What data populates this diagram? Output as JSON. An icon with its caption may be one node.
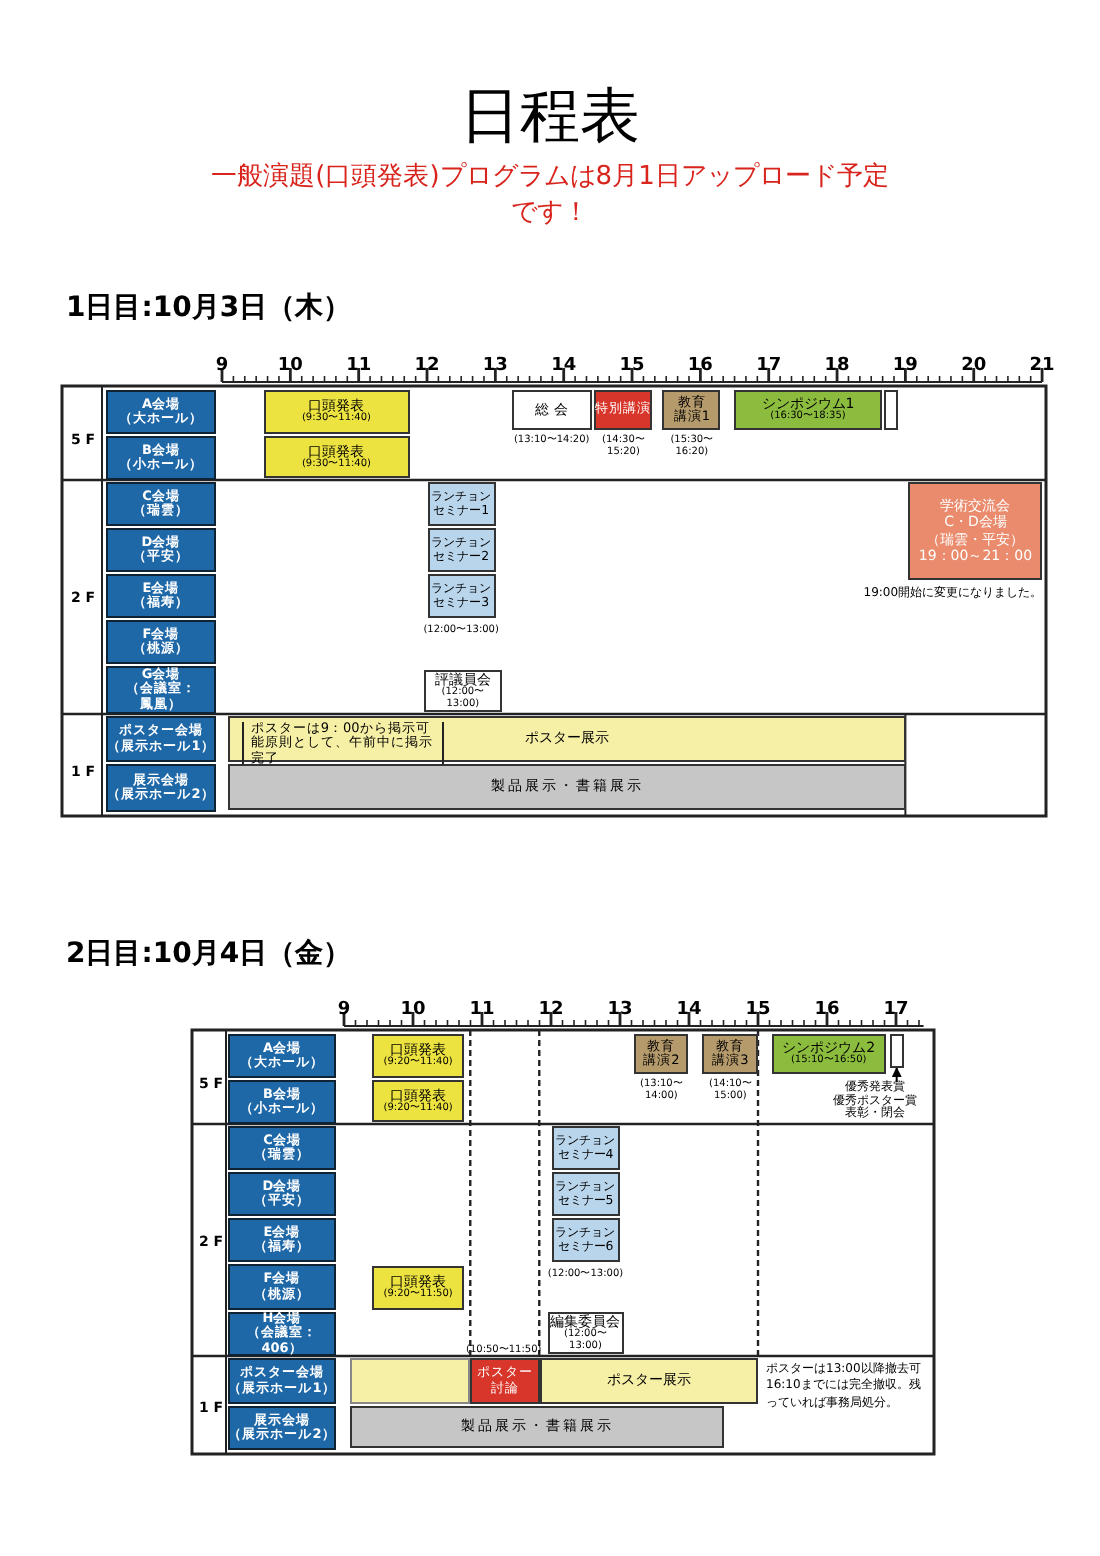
{
  "diagram": {
    "title": "日程表",
    "nodes": [
      {
        "text": [
          "A会場",
          "（大ホール）"
        ]
      },
      {
        "text": [
          "B会場",
          "（小ホール）"
        ]
      },
      {
        "text": [
          "C会場",
          "（瑞雲）"
        ]
      },
      {
        "text": [
          "D会場",
          "（平安）"
        ]
      },
      {
        "text": [
          "E会場",
          "（福寿）"
        ]
      },
      {
        "text": [
          "F会場",
          "（桃源）"
        ]
      },
      {
        "text": [
          "G会場",
          "（会議室：鳳凰）"
        ]
      },
      {
        "text": [
          "ポスター会場",
          "（展示ホール1）"
        ]
      },
      {
        "text": [
          "展示会場",
          "（展示ホール2）"
        ]
      },
      {
        "text": [
          "口頭発表",
          "(9:30〜11:40)"
        ]
      },
      {
        "text": [
          "口頭発表",
          "(9:30〜11:40)"
        ]
      },
      {
        "text": [
          "総 会"
        ],
        "beside": [
          "(13:10〜14:20)"
        ]
      },
      {
        "text": [
          "特別講演"
        ],
        "beside": [
          "(14:30〜15:20)"
        ]
      },
      {
        "text": [
          "教育講演1"
        ],
        "beside": [
          "(15:30〜16:20)"
        ]
      },
      {
        "text": [
          "シンポジウム1",
          "(16:30〜18:35)"
        ]
      },
      {
        "text": [],
        "shape": "box"
      },
      {
        "text": [
          "ランチョンセミナー1"
        ]
      },
      {
        "text": [
          "ランチョンセミナー2"
        ]
      },
      {
        "text": [
          "ランチョンセミナー3"
        ],
        "beside": [
          "(12:00〜13:00)"
        ]
      },
      {
        "text": [
          "学術交流会",
          "C・D会場",
          "（瑞雲・平安）",
          "19：00～21：00"
        ],
        "beside": [
          "19:00開始に変更になりました。"
        ]
      },
      {
        "text": [
          "評議員会",
          "(12:00〜13:00)"
        ]
      },
      {
        "text": [
          "ポスターは9：00から掲示可能原則として、午前中に掲示完了",
          "ポスター展示"
        ]
      },
      {
        "text": [
          "製品展示・書籍展示"
        ]
      },
      {
        "text": [
          "A会場",
          "（大ホール）"
        ]
      },
      {
        "text": [
          "B会場",
          "（小ホール）"
        ]
      },
      {
        "text": [
          "C会場",
          "（瑞雲）"
        ]
      },
      {
        "text": [
          "D会場",
          "（平安）"
        ]
      },
      {
        "text": [
          "E会場",
          "（福寿）"
        ]
      },
      {
        "text": [
          "F会場",
          "（桃源）"
        ]
      },
      {
        "text": [
          "H会場",
          "（会議室：406）"
        ]
      },
      {
        "text": [
          "ポスター会場",
          "（展示ホール1）"
        ]
      },
      {
        "text": [
          "展示会場",
          "（展示ホール2）"
        ]
      },
      {
        "text": [
          "口頭発表",
          "(9:20〜11:40)"
        ]
      },
      {
        "text": [
          "口頭発表",
          "(9:20〜11:40)"
        ]
      },
      {
        "text": [
          "教育講演2"
        ],
        "beside": [
          "(13:10〜14:00)"
        ]
      },
      {
        "text": [
          "教育講演3"
        ],
        "beside": [
          "(14:10〜15:00)"
        ]
      },
      {
        "text": [
          "シンポジウム2",
          "(15:10〜16:50)"
        ]
      },
      {
        "text": [],
        "shape": "box"
      },
      {
        "text": [
          "優秀発表賞",
          "優秀ポスター賞",
          "表彰・閉会"
        ]
      },
      {
        "text": [
          "ランチョンセミナー4"
        ]
      },
      {
        "text": [
          "ランチョンセミナー5"
        ]
      },
      {
        "text": [
          "ランチョンセミナー6"
        ],
        "beside": [
          "(12:00〜13:00)"
        ]
      },
      {
        "text": [
          "口頭発表",
          "(9:20〜11:50)"
        ]
      },
      {
        "text": [
          "編集委員会",
          "(12:00〜13:00)"
        ]
      },
      {
        "text": [],
        "shape": "bar"
      },
      {
        "text": [
          "ポスター討論"
        ]
      },
      {
        "text": [
          "ポスター展示"
        ]
      },
      {
        "text": [
          "製品展示・書籍展示"
        ]
      }
    ],
    "edges": [
      {
        "from": 38,
        "to": 37,
        "arrow": "to"
      }
    ],
    "labels": [
      "一般演題(口頭発表)プログラムは8月1日アップロード予定です！",
      "1日目:10月3日（木）",
      "9",
      "10",
      "11",
      "12",
      "13",
      "14",
      "15",
      "16",
      "17",
      "18",
      "19",
      "20",
      "21",
      "5 F",
      "2 F",
      "1 F",
      "2日目:10月4日（金）",
      "9",
      "10",
      "11",
      "12",
      "13",
      "14",
      "15",
      "16",
      "17",
      "5 F",
      "2 F",
      "1 F",
      "(10:50〜11:50)",
      "ポスターは13:00以降撤去可16:10までには完全撤収。残っていれば事務局処分。"
    ]
  }
}
